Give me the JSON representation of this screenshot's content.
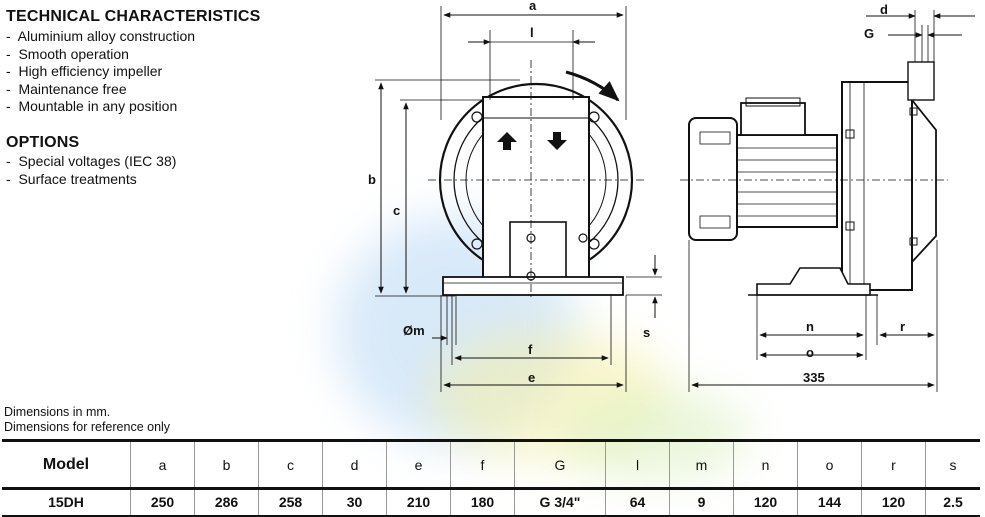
{
  "technical": {
    "title": "TECHNICAL CHARACTERISTICS",
    "items": [
      "Aluminium alloy construction",
      "Smooth operation",
      "High efficiency impeller",
      "Maintenance free",
      "Mountable in any position"
    ]
  },
  "options": {
    "title": "OPTIONS",
    "items": [
      "Special voltages (IEC 38)",
      "Surface treatments"
    ]
  },
  "notes": [
    "Dimensions in mm.",
    "Dimensions for reference only"
  ],
  "drawing_labels": {
    "a": "a",
    "l": "l",
    "b": "b",
    "c": "c",
    "m": "Øm",
    "s": "s",
    "f": "f",
    "e": "e",
    "d": "d",
    "G": "G",
    "n": "n",
    "o": "o",
    "r": "r",
    "total": "335"
  },
  "table": {
    "headers": [
      "Model",
      "a",
      "b",
      "c",
      "d",
      "e",
      "f",
      "G",
      "l",
      "m",
      "n",
      "o",
      "r",
      "s"
    ],
    "rows": [
      [
        "15DH",
        "250",
        "286",
        "258",
        "30",
        "210",
        "180",
        "G 3/4\"",
        "64",
        "9",
        "120",
        "144",
        "120",
        "2.5"
      ]
    ]
  },
  "colors": {
    "accent_blue": "#9ec8ee",
    "accent_yellow": "#f4ee9a",
    "accent_green": "#cfeab0"
  }
}
